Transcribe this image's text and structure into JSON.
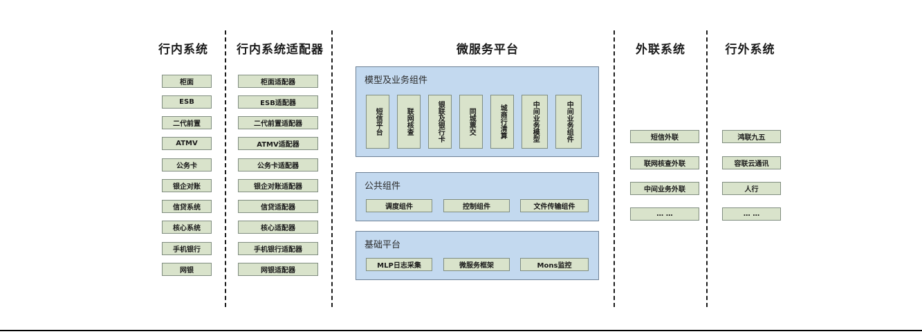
{
  "diagram": {
    "title_bar": "",
    "colors": {
      "panel_fill": "#c3d9ef",
      "panel_border": "#6b7f94",
      "box_fill": "#d9e3cb",
      "box_border": "#7f8c7f",
      "separator": "#1a1a1a",
      "text": "#1a1a1a"
    }
  },
  "columns": {
    "internal_systems": {
      "title": "行内系统",
      "items": [
        "柜面",
        "ESB",
        "二代前置",
        "ATMV",
        "公务卡",
        "银企对账",
        "信贷系统",
        "核心系统",
        "手机银行",
        "网银"
      ]
    },
    "internal_adapters": {
      "title": "行内系统适配器",
      "items": [
        "柜面适配器",
        "ESB适配器",
        "二代前置适配器",
        "ATMV适配器",
        "公务卡适配器",
        "银企对账适配器",
        "信贷适配器",
        "核心适配器",
        "手机银行适配器",
        "网银适配器"
      ]
    },
    "microservice_platform": {
      "title": "微服务平台",
      "panels": [
        {
          "label": "模型及业务组件",
          "orientation": "vertical",
          "items": [
            "短信平台",
            "联网核查",
            "银联及银行卡",
            "同城票交",
            "城商行清算",
            "中间业务模型",
            "中间业务组件"
          ]
        },
        {
          "label": "公共组件",
          "orientation": "horizontal",
          "items": [
            "调度组件",
            "控制组件",
            "文件传输组件"
          ]
        },
        {
          "label": "基础平台",
          "orientation": "horizontal",
          "items": [
            "MLP日志采集",
            "微服务框架",
            "Mons监控"
          ]
        }
      ]
    },
    "external_liaison_systems": {
      "title": "外联系统",
      "items": [
        "短信外联",
        "联网核查外联",
        "中间业务外联",
        "… …"
      ]
    },
    "outside_bank_systems": {
      "title": "行外系统",
      "items": [
        "鸿联九五",
        "容联云通讯",
        "人行",
        "… …"
      ]
    }
  }
}
